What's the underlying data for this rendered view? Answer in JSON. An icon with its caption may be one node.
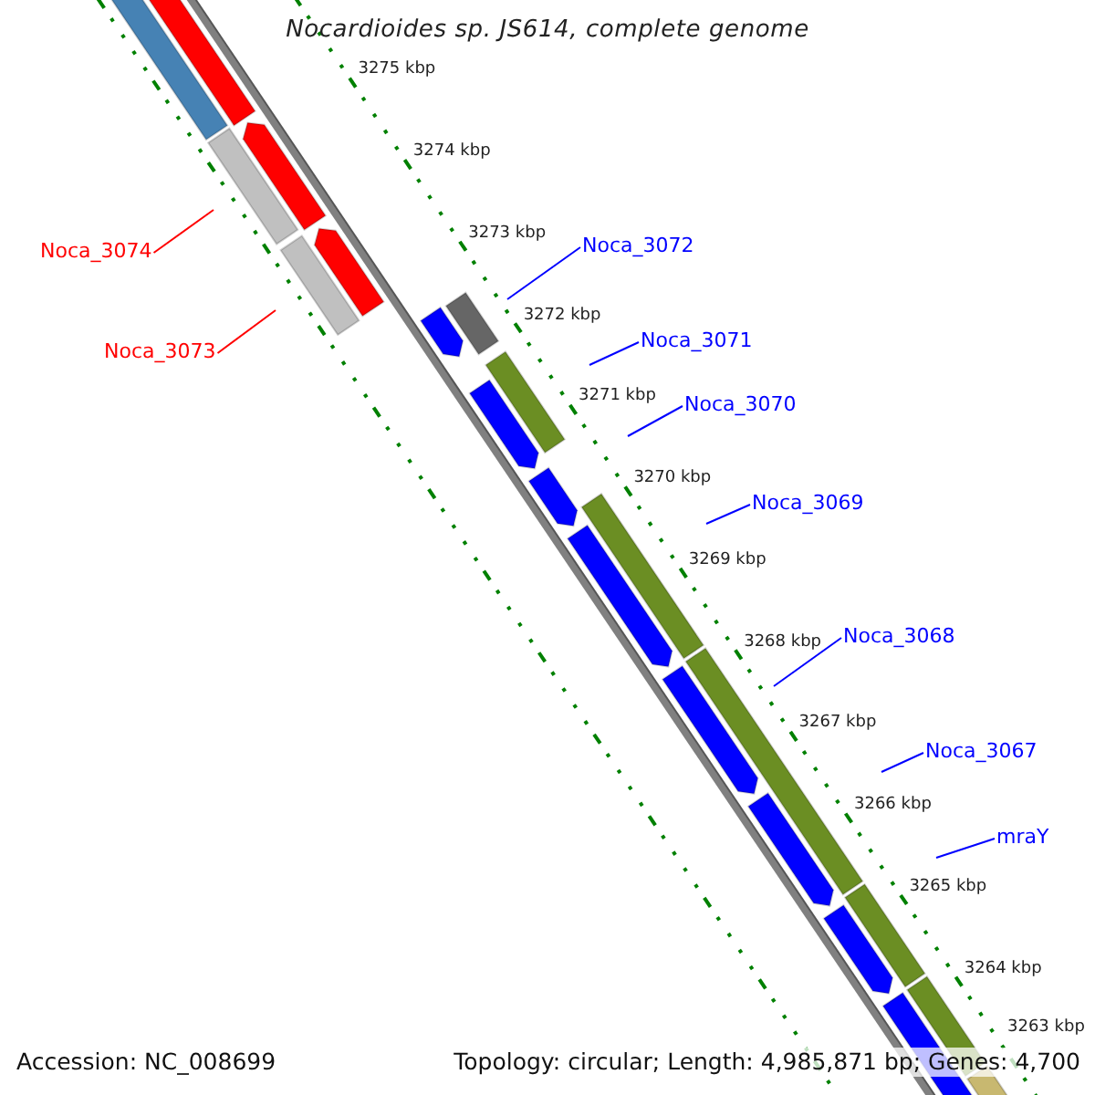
{
  "diagram": {
    "title": "Nocardioides sp. JS614, complete genome",
    "nodes": [
      {
        "text": [
          "Noca_3074"
        ]
      },
      {
        "text": [
          "Noca_3073"
        ]
      },
      {
        "text": [
          "Noca_3072"
        ]
      },
      {
        "text": [
          "Noca_3071"
        ]
      },
      {
        "text": [
          "Noca_3070"
        ]
      },
      {
        "text": [
          "Noca_3069"
        ]
      },
      {
        "text": [
          "Noca_3068"
        ]
      },
      {
        "text": [
          "Noca_3067"
        ]
      },
      {
        "text": [
          "mraY"
        ]
      }
    ],
    "edges": [
      {
        "from": 0,
        "to": null,
        "arrow": "none",
        "color": "#ff0000"
      },
      {
        "from": 1,
        "to": null,
        "arrow": "none",
        "color": "#ff0000"
      },
      {
        "from": 2,
        "to": null,
        "arrow": "none"
      },
      {
        "from": 3,
        "to": null,
        "arrow": "none"
      },
      {
        "from": 4,
        "to": null,
        "arrow": "none"
      },
      {
        "from": 5,
        "to": null,
        "arrow": "none"
      },
      {
        "from": 6,
        "to": null,
        "arrow": "none"
      },
      {
        "from": 7,
        "to": null,
        "arrow": "none"
      },
      {
        "from": 8,
        "to": null,
        "arrow": "none"
      }
    ],
    "labels": [
      "3275 kbp",
      "3274 kbp",
      "3273 kbp",
      "3272 kbp",
      "3271 kbp",
      "3270 kbp",
      "3269 kbp",
      "3268 kbp",
      "3267 kbp",
      "3266 kbp",
      "3265 kbp",
      "3264 kbp",
      "3263 kbp",
      "Accession: NC_008699",
      "Topology: circular; Length: 4,985,871 bp; Genes: 4,700"
    ]
  }
}
